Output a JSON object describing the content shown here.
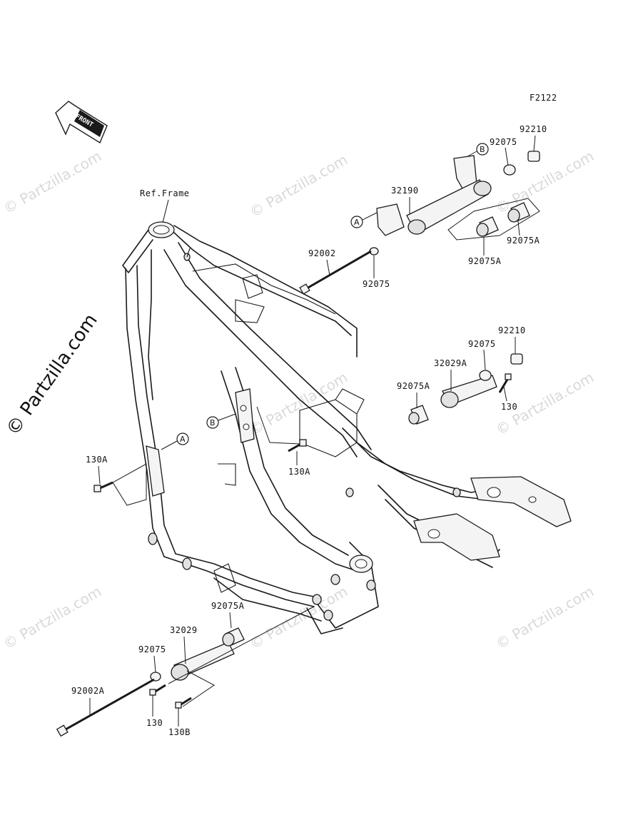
{
  "diagram_code": "F2122",
  "front_arrow_label": "FRONT",
  "ref_frame_label": "Ref.Frame",
  "watermark_text": "© Partzilla.com",
  "side_watermark_text": "© Partzilla.com",
  "callouts": {
    "a": "A",
    "b": "B"
  },
  "part_labels": {
    "p32190": "32190",
    "p92075_top": "92075",
    "p92210_top": "92210",
    "p92075A_top_right": "92075A",
    "p92075A_top_left": "92075A",
    "p92002": "92002",
    "p92075_mid": "92075",
    "p92210_mid": "92210",
    "p92075_mid2": "92075",
    "p32029A": "32029A",
    "p92075A_mid": "92075A",
    "p130_mid": "130",
    "p130A_left": "130A",
    "p130A_center": "130A",
    "p92075A_bottom": "92075A",
    "p32029": "32029",
    "p92075_bottom": "92075",
    "p92002A": "92002A",
    "p130_bottom": "130",
    "p130B": "130B"
  }
}
